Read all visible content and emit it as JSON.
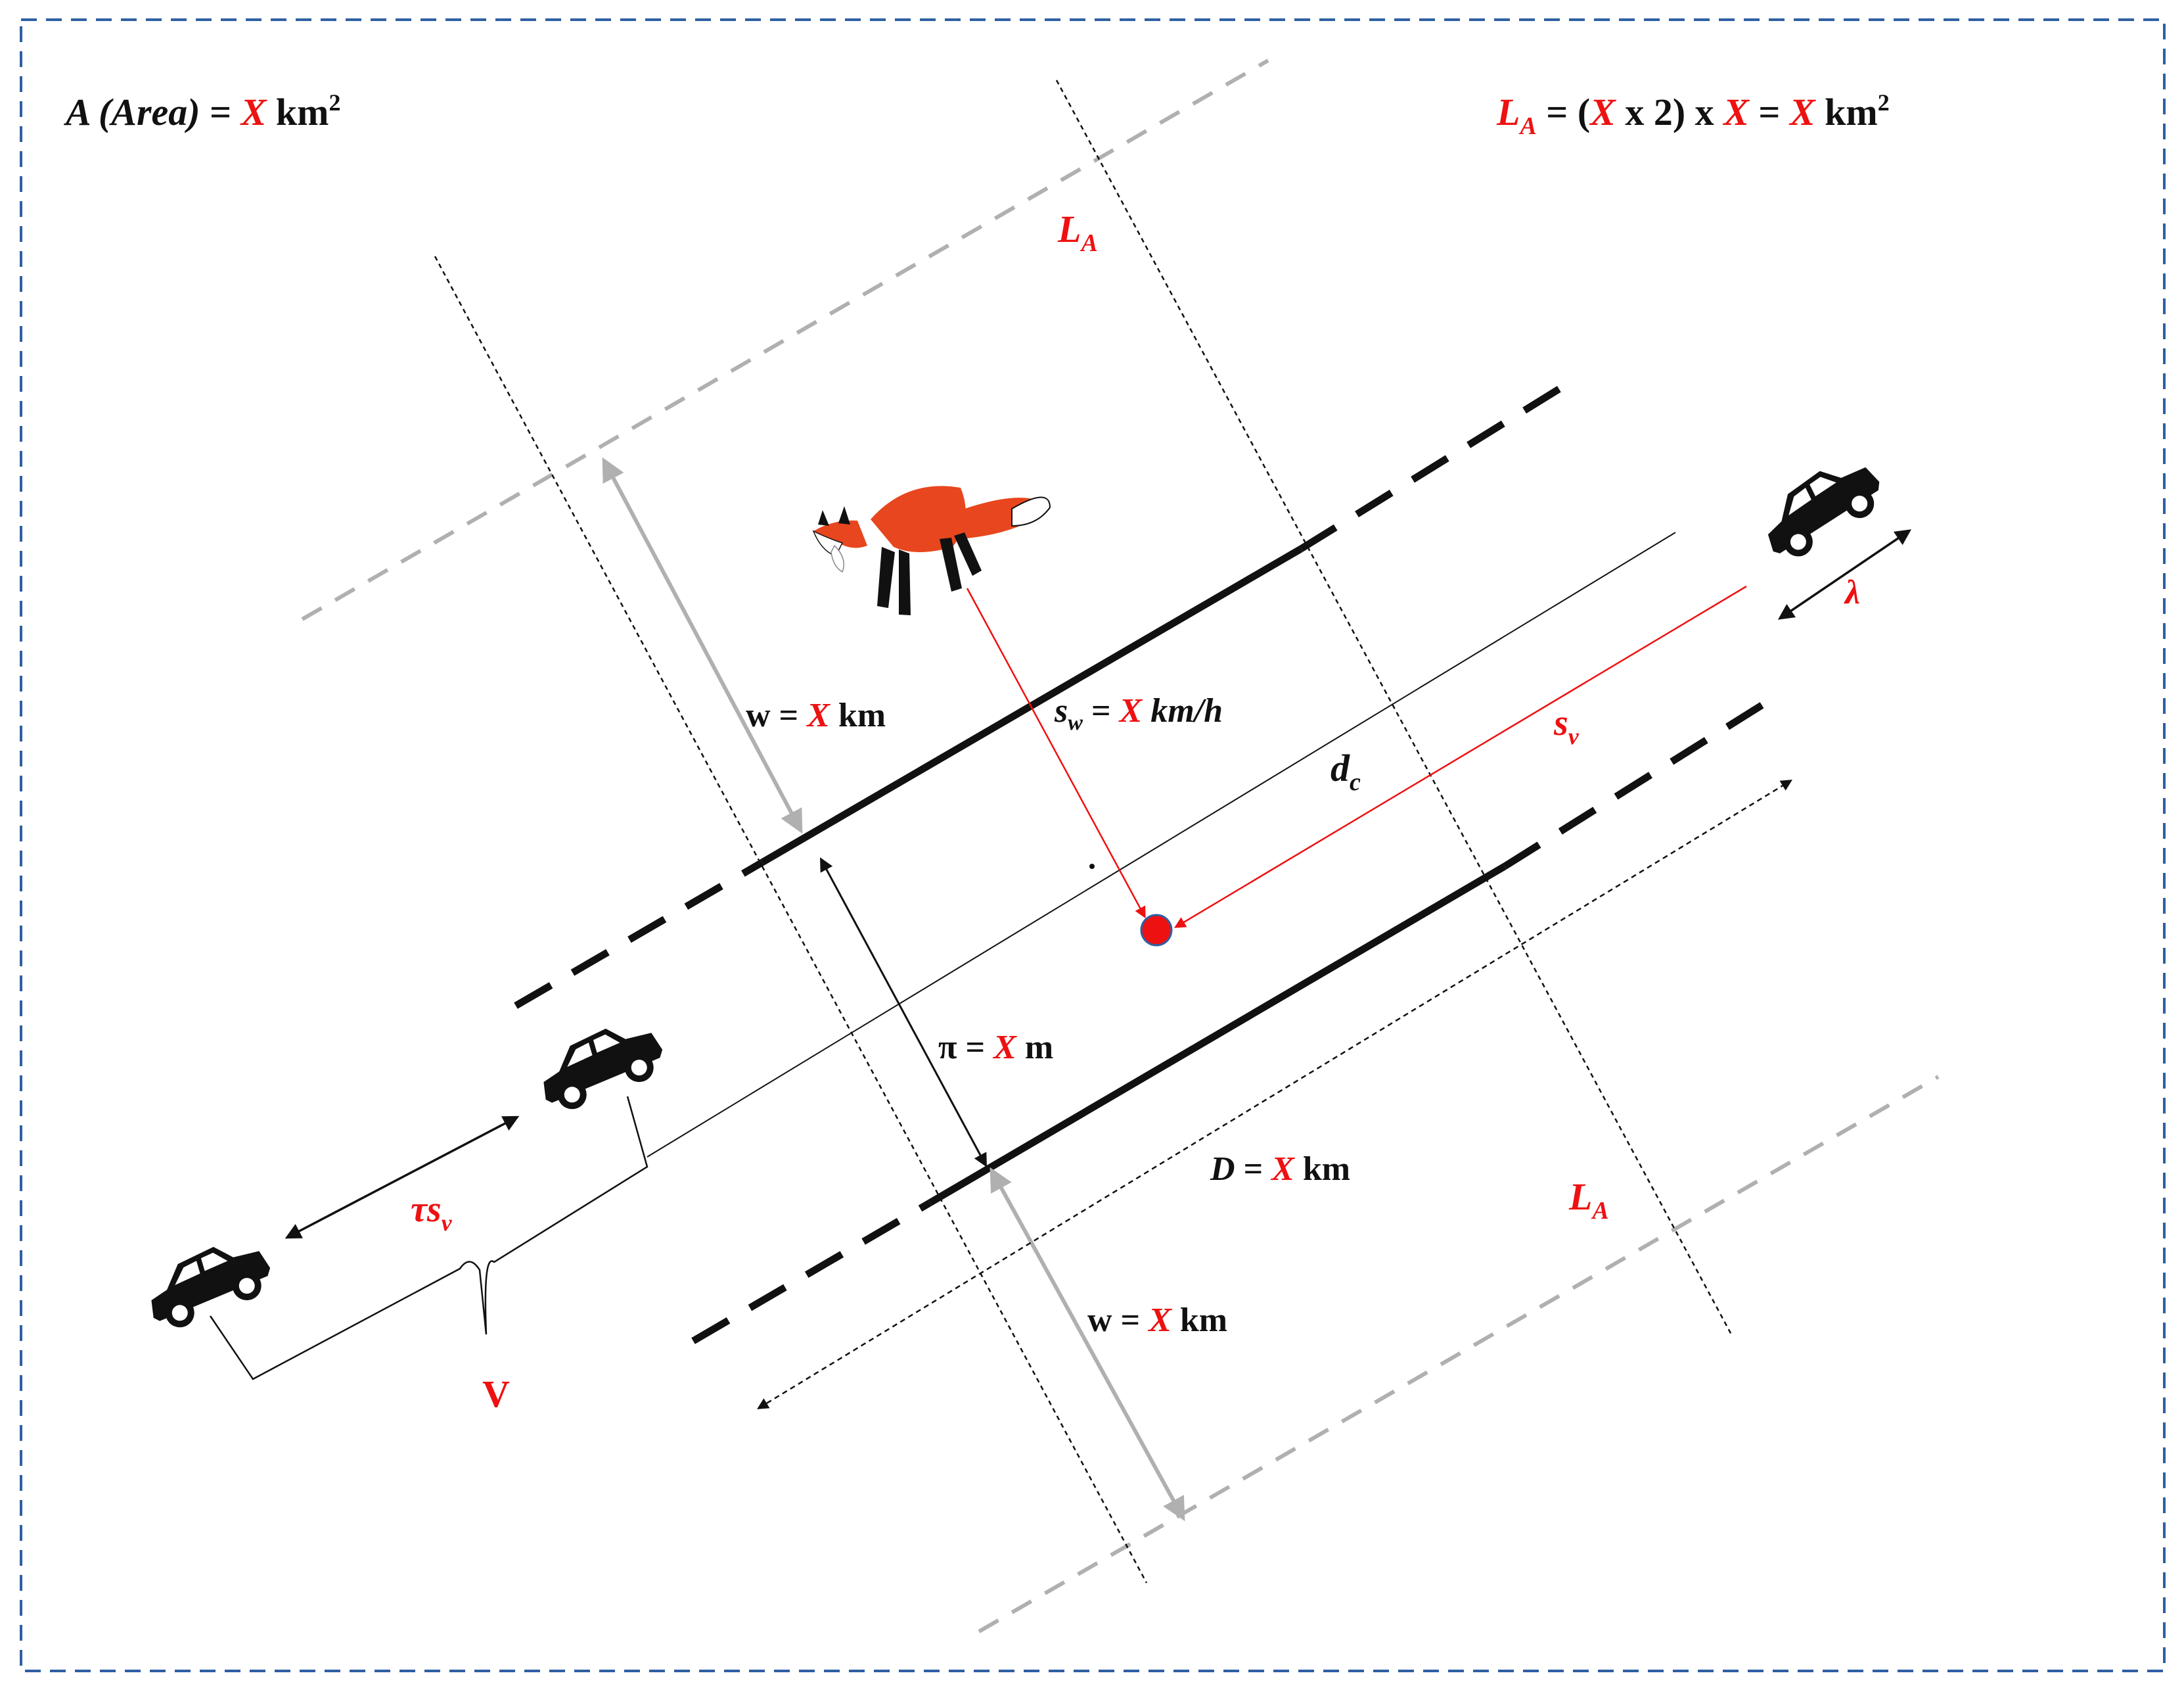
{
  "colors": {
    "frame": "#2e5fa3",
    "accent": "#ee1111",
    "gray_line": "#b0b0b0",
    "ink": "#111111"
  },
  "icons": [
    "car-icon",
    "fox-icon",
    "collision-point-marker"
  ],
  "labels": {
    "area": {
      "prefix": "A (Area)",
      "eq": " = ",
      "x": "X",
      "unit": " km",
      "sup": "2"
    },
    "la_formula": {
      "L": "L",
      "sub": "A",
      "eq": " = (",
      "x1": "X",
      "mid": " x 2) x ",
      "x2": "X",
      "eq2": " = ",
      "x3": "X",
      "unit": " km",
      "sup": "2"
    },
    "la_top": {
      "L": "L",
      "sub": "A"
    },
    "la_bottom": {
      "L": "L",
      "sub": "A"
    },
    "w_top": {
      "w": "w = ",
      "x": "X",
      "unit": " km"
    },
    "w_bottom": {
      "w": "w = ",
      "x": "X",
      "unit": " km"
    },
    "sw": {
      "s": "s",
      "sub": "w",
      "eq": " = ",
      "x": "X",
      "unit": " km/h"
    },
    "sv": {
      "s": "s",
      "sub": "v"
    },
    "dc": {
      "d": "d",
      "sub": "c"
    },
    "pi": {
      "p": "π = ",
      "x": "X",
      "unit": " m"
    },
    "D": {
      "d": "D",
      "eq": " = ",
      "x": "X",
      "unit": " km"
    },
    "tau": {
      "t": "τs",
      "sub": "v"
    },
    "lambda": "λ",
    "V": "V"
  }
}
